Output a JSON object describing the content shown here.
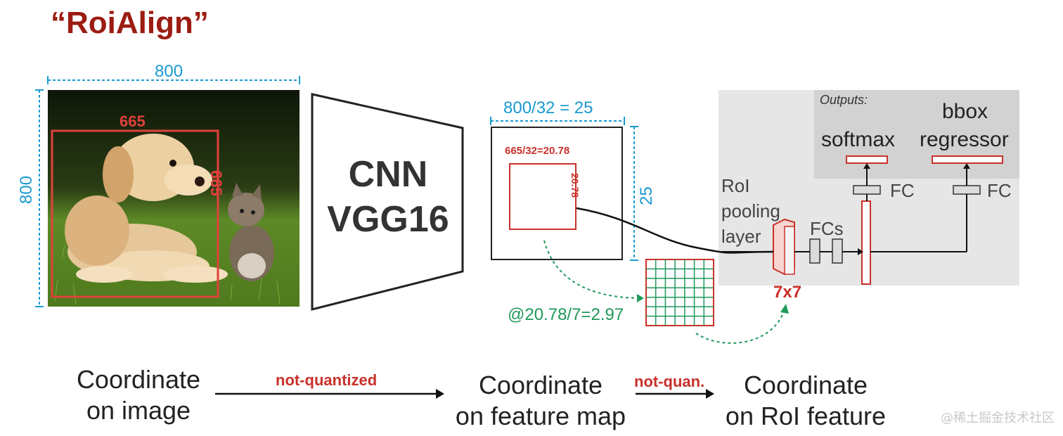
{
  "title": "“RoiAlign”",
  "image": {
    "width_label": "800",
    "height_label": "800",
    "box_width_label": "665",
    "box_height_label": "665"
  },
  "cnn": {
    "line1": "CNN",
    "line2": "VGG16"
  },
  "feature_map": {
    "width_label": "800/32 = 25",
    "height_label": "25",
    "roi_width_label": "665/32=20.78",
    "roi_height_label": "20.78"
  },
  "grid": {
    "cell_label": "@20.78/7=2.97",
    "rows": 7,
    "cols": 7
  },
  "head": {
    "outputs_label": "Outputs:",
    "softmax": "softmax",
    "bbox_line1": "bbox",
    "bbox_line2": "regressor",
    "fc1": "FC",
    "fc2": "FC",
    "roi_line1": "RoI",
    "roi_line2": "pooling",
    "roi_line3": "layer",
    "fcs": "FCs",
    "pool_size": "7x7"
  },
  "bottom": {
    "coord_image_1": "Coordinate",
    "coord_image_2": "on image",
    "arrow1_label": "not-quantized",
    "coord_fmap_1": "Coordinate",
    "coord_fmap_2": "on feature map",
    "arrow2_label": "not-quan.",
    "coord_roi_1": "Coordinate",
    "coord_roi_2": "on RoI feature"
  },
  "watermark": "@稀土掘金技术社区",
  "colors": {
    "dim_blue": "#1a9ad1",
    "roi_red": "#e0413b",
    "title_red": "#9b1c12",
    "grid_green": "#1f9a5a"
  }
}
